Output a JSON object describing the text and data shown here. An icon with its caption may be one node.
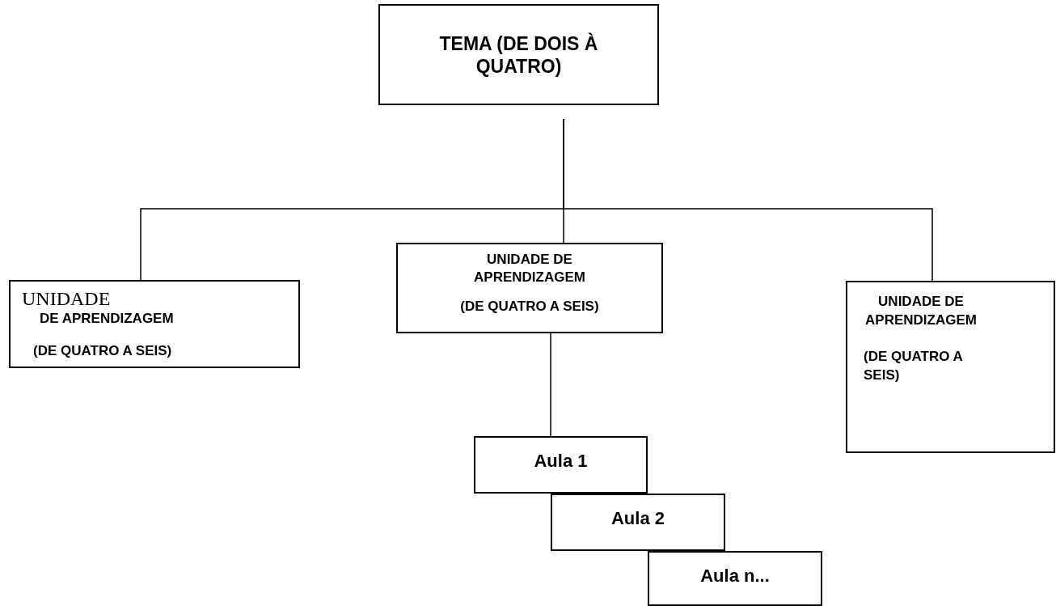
{
  "diagram": {
    "nodes": [
      {
        "text": [
          "TEMA (DE DOIS À QUATRO)"
        ]
      },
      {
        "text": [
          "UNIDADE",
          "DE APRENDIZAGEM",
          "(DE QUATRO A SEIS)"
        ]
      },
      {
        "text": [
          "UNIDADE DE APRENDIZAGEM",
          "(DE QUATRO A SEIS)"
        ]
      },
      {
        "text": [
          "UNIDADE DE APRENDIZAGEM",
          "(DE QUATRO A SEIS)"
        ]
      },
      {
        "text": [
          "Aula 1"
        ]
      },
      {
        "text": [
          "Aula 2"
        ]
      },
      {
        "text": [
          "Aula n..."
        ]
      }
    ],
    "edges": [
      {
        "from": 0,
        "to": 1,
        "arrow": "none"
      },
      {
        "from": 0,
        "to": 2,
        "arrow": "none"
      },
      {
        "from": 0,
        "to": 3,
        "arrow": "none"
      },
      {
        "from": 2,
        "to": 4,
        "arrow": "none"
      }
    ]
  }
}
